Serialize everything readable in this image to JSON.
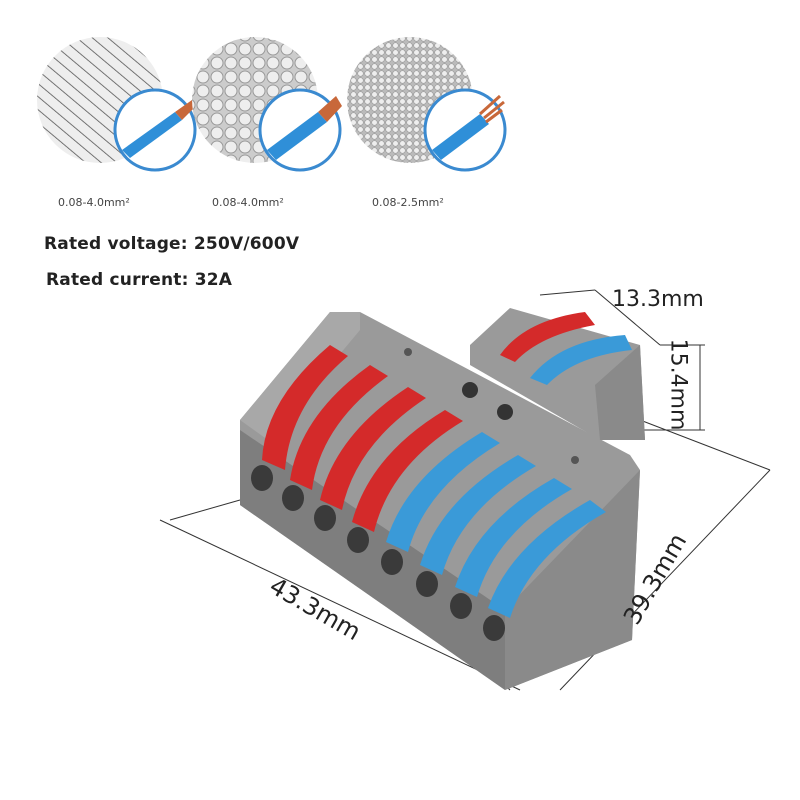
{
  "wire_types": [
    {
      "pattern": "solid-lines",
      "range": "0.08-4.0mm²"
    },
    {
      "pattern": "large-circles",
      "range": "0.08-4.0mm²"
    },
    {
      "pattern": "fine-circles",
      "range": "0.08-2.5mm²"
    }
  ],
  "ratings": {
    "voltage": "Rated voltage: 250V/600V",
    "current": "Rated current: 32A"
  },
  "dimensions": {
    "length": "43.3mm",
    "depth": "39.3mm",
    "small_width": "13.3mm",
    "small_height": "15.4mm"
  },
  "colors": {
    "red": "#d42a2a",
    "blue": "#3a9ad8",
    "gray": "#8e8e8e",
    "copper": "#c8683a"
  }
}
